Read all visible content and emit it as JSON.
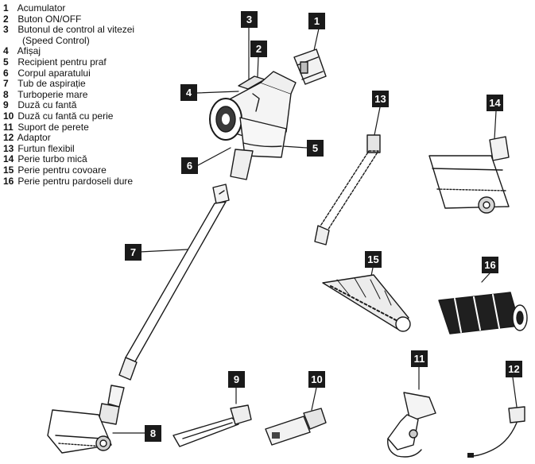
{
  "legend": [
    {
      "num": "1",
      "text": "Acumulator"
    },
    {
      "num": "2",
      "text": "Buton ON/OFF"
    },
    {
      "num": "3",
      "text": "Butonul de control al vitezei"
    },
    {
      "num": "",
      "text": "(Speed Control)"
    },
    {
      "num": "4",
      "text": "Afișaj"
    },
    {
      "num": "5",
      "text": "Recipient pentru praf"
    },
    {
      "num": "6",
      "text": "Corpul aparatului"
    },
    {
      "num": "7",
      "text": "Tub de aspirație"
    },
    {
      "num": "8",
      "text": "Turboperie mare"
    },
    {
      "num": "9",
      "text": "Duză cu fantă"
    },
    {
      "num": "10",
      "text": "Duză cu fantă cu perie"
    },
    {
      "num": "11",
      "text": "Suport de perete"
    },
    {
      "num": "12",
      "text": "Adaptor"
    },
    {
      "num": "13",
      "text": "Furtun flexibil"
    },
    {
      "num": "14",
      "text": "Perie turbo mică"
    },
    {
      "num": "15",
      "text": "Perie pentru covoare"
    },
    {
      "num": "16",
      "text": "Perie pentru pardoseli dure"
    }
  ],
  "callouts": [
    "1",
    "2",
    "3",
    "4",
    "5",
    "6",
    "7",
    "8",
    "9",
    "10",
    "11",
    "12",
    "13",
    "14",
    "15",
    "16"
  ],
  "colors": {
    "line": "#1a1a1a",
    "callout_bg": "#1a1a1a",
    "callout_text": "#ffffff",
    "shade": "#d9d9d9"
  }
}
